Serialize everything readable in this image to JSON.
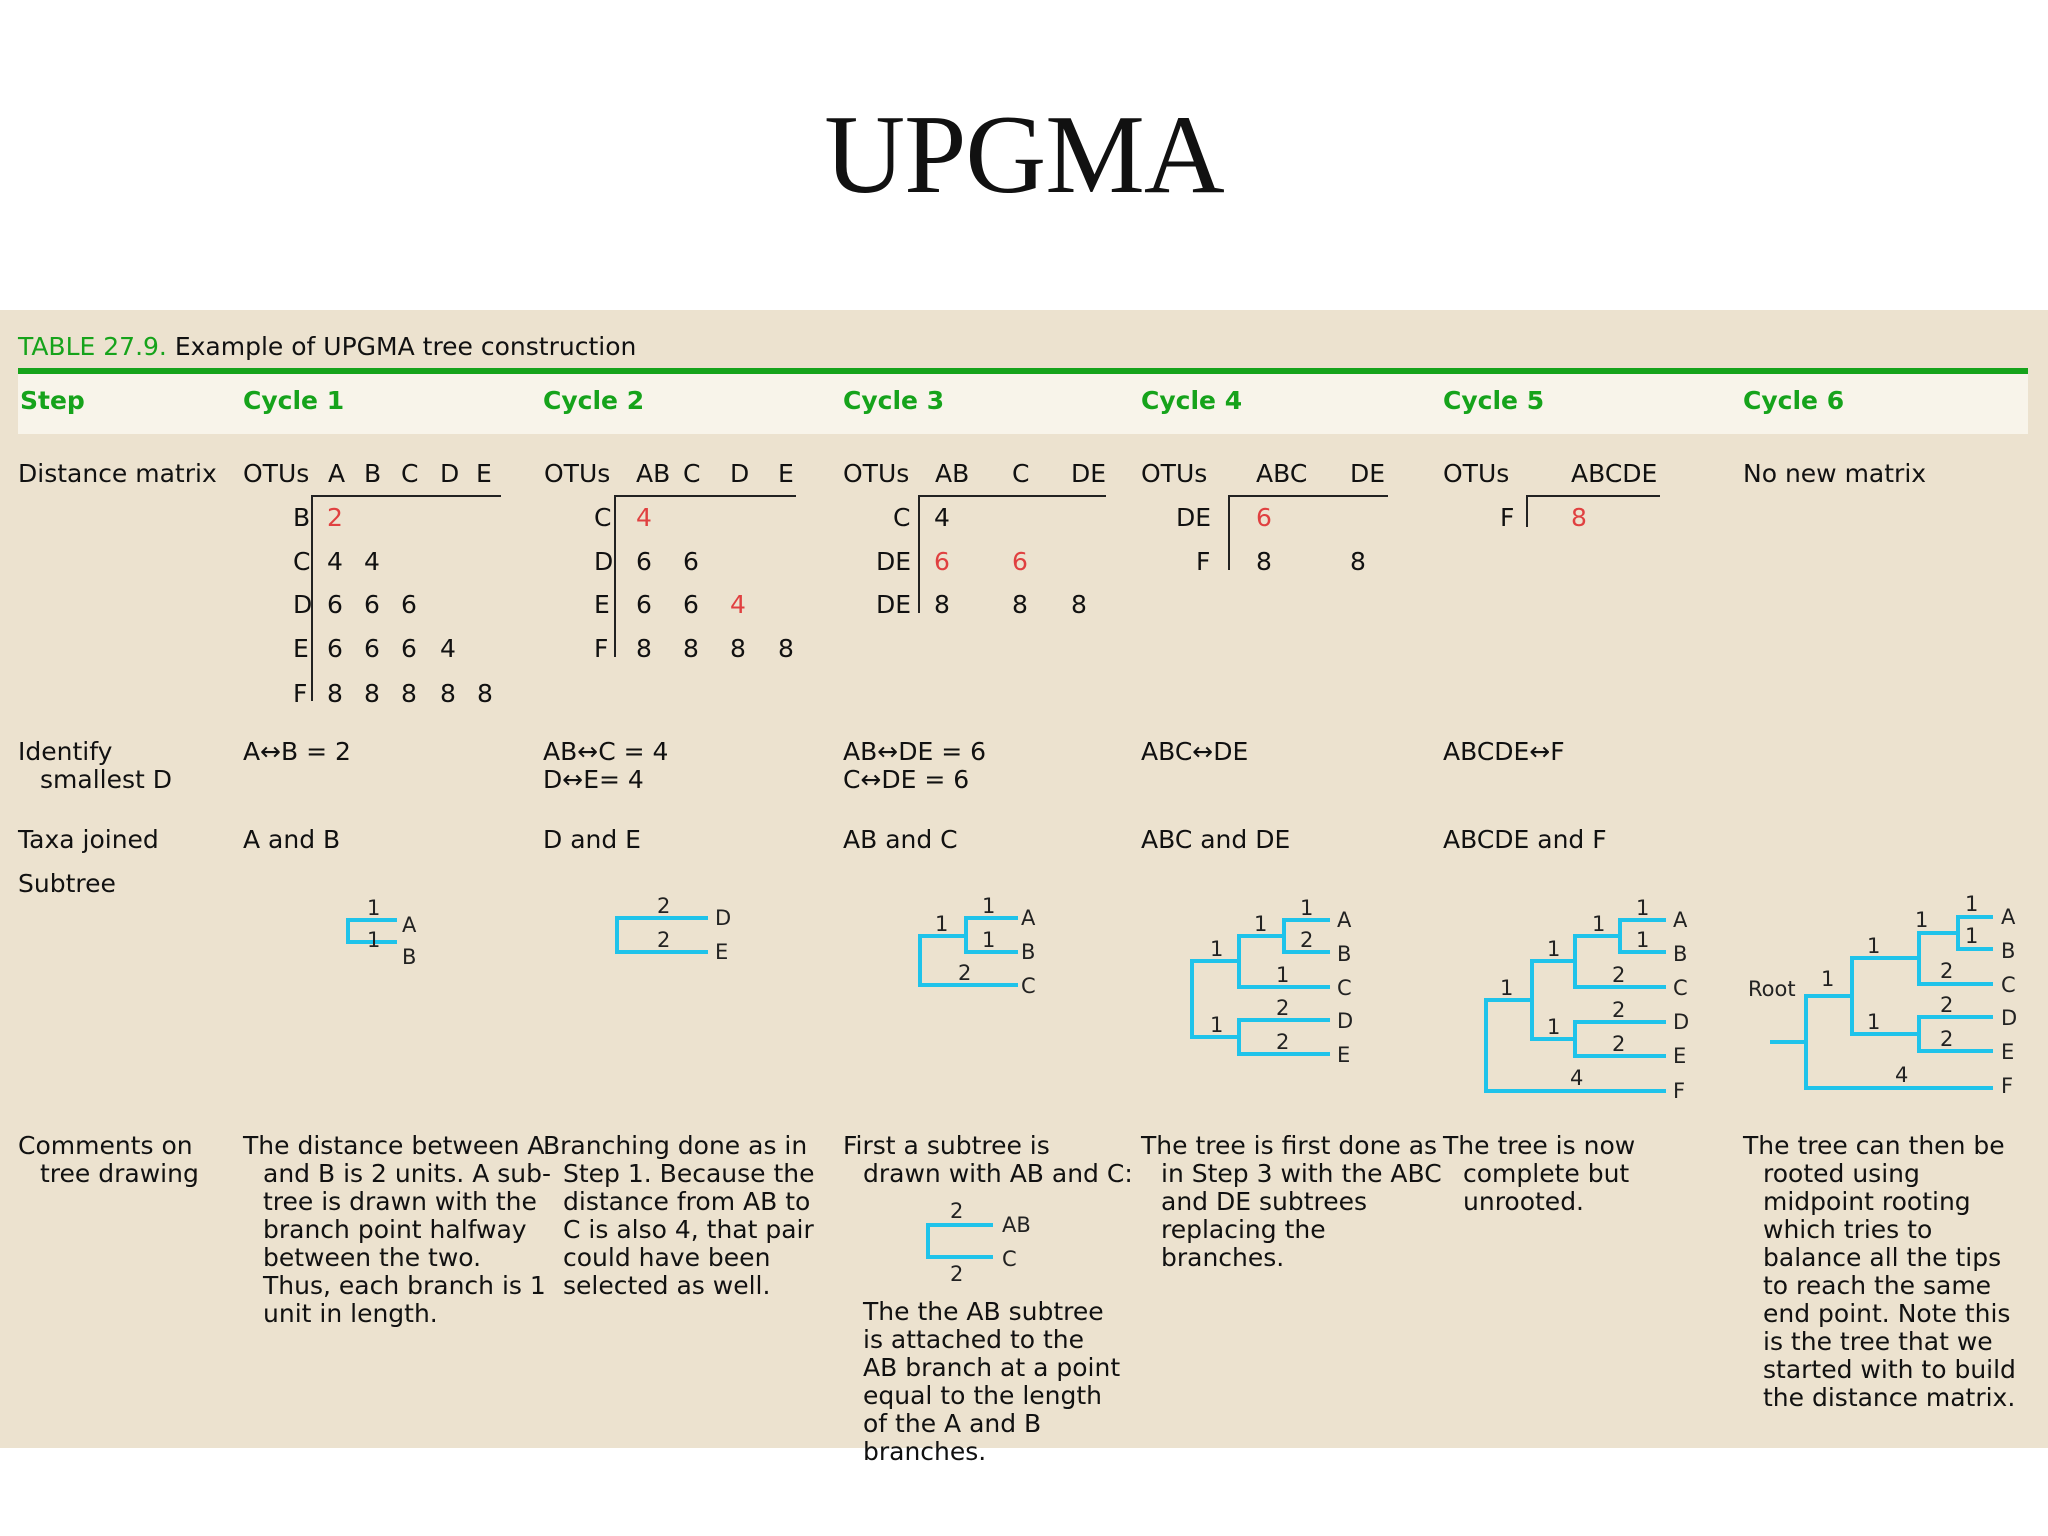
{
  "title": "UPGMA",
  "table": {
    "caption_num": "TABLE 27.9.",
    "caption_text": "Example of UPGMA tree construction",
    "headers": [
      "Step",
      "Cycle 1",
      "Cycle 2",
      "Cycle 3",
      "Cycle 4",
      "Cycle 5",
      "Cycle 6"
    ],
    "row_labels": {
      "distance": "Distance matrix",
      "identify_1": "Identify",
      "identify_2": "smallest D",
      "taxa": "Taxa joined",
      "subtree": "Subtree",
      "comments_1": "Comments on",
      "comments_2": "tree drawing"
    },
    "matrices": {
      "c1": {
        "head": [
          "OTUs",
          "A",
          "B",
          "C",
          "D",
          "E"
        ],
        "rows": [
          {
            "label": "B",
            "vals": [
              "2"
            ]
          },
          {
            "label": "C",
            "vals": [
              "4",
              "4"
            ]
          },
          {
            "label": "D",
            "vals": [
              "6",
              "6",
              "6"
            ]
          },
          {
            "label": "E",
            "vals": [
              "6",
              "6",
              "6",
              "4"
            ]
          },
          {
            "label": "F",
            "vals": [
              "8",
              "8",
              "8",
              "8",
              "8"
            ]
          }
        ]
      },
      "c2": {
        "head": [
          "OTUs",
          "AB",
          "C",
          "D",
          "E"
        ],
        "rows": [
          {
            "label": "C",
            "vals": [
              "4"
            ]
          },
          {
            "label": "D",
            "vals": [
              "6",
              "6"
            ]
          },
          {
            "label": "E",
            "vals": [
              "6",
              "6",
              "4"
            ]
          },
          {
            "label": "F",
            "vals": [
              "8",
              "8",
              "8",
              "8"
            ]
          }
        ]
      },
      "c3": {
        "head": [
          "OTUs",
          "AB",
          "C",
          "DE"
        ],
        "rows": [
          {
            "label": "C",
            "vals": [
              "4"
            ]
          },
          {
            "label": "DE",
            "vals": [
              "6",
              "6"
            ]
          },
          {
            "label": "DE",
            "vals": [
              "8",
              "8",
              "8"
            ]
          }
        ]
      },
      "c4": {
        "head": [
          "OTUs",
          "ABC",
          "DE"
        ],
        "rows": [
          {
            "label": "DE",
            "vals": [
              "6"
            ]
          },
          {
            "label": "F",
            "vals": [
              "8",
              "8"
            ]
          }
        ]
      },
      "c5": {
        "head": [
          "OTUs",
          "ABCDE"
        ],
        "rows": [
          {
            "label": "F",
            "vals": [
              "8"
            ]
          }
        ]
      },
      "c6": "No new matrix"
    },
    "identify": {
      "c1": [
        "A↔B = 2"
      ],
      "c2": [
        "AB↔C = 4",
        "D↔E= 4"
      ],
      "c3": [
        "AB↔DE = 6",
        "C↔DE = 6"
      ],
      "c4": [
        "ABC↔DE"
      ],
      "c5": [
        "ABCDE↔F"
      ]
    },
    "taxa": {
      "c1": "A and B",
      "c2": "D and E",
      "c3": "AB and C",
      "c4": "ABC and DE",
      "c5": "ABCDE and F"
    },
    "trees": {
      "tips6": [
        "A",
        "B",
        "C",
        "D",
        "E",
        "F"
      ],
      "root_label": "Root",
      "c1": {
        "tips": [
          "A",
          "B"
        ],
        "lengths": [
          "1",
          "1"
        ]
      },
      "c2": {
        "tips": [
          "D",
          "E"
        ],
        "lengths": [
          "2",
          "2"
        ]
      },
      "c3": {
        "tips": [
          "A",
          "B",
          "C"
        ],
        "lengths": [
          "1",
          "1",
          "1",
          "2"
        ]
      },
      "c4": {
        "lengths": [
          "1",
          "1",
          "1",
          "2",
          "1",
          "2",
          "2"
        ]
      },
      "c5": {
        "lengths": [
          "1",
          "1",
          "1",
          "1",
          "2",
          "1",
          "2",
          "2",
          "4"
        ]
      },
      "c6": {
        "lengths": [
          "1",
          "1",
          "1",
          "1",
          "2",
          "1",
          "2",
          "2",
          "4"
        ]
      },
      "comment_tree": {
        "tips": [
          "AB",
          "C"
        ],
        "lengths": [
          "2",
          "2"
        ]
      }
    },
    "comments": {
      "c1": "The distance between A and B is 2 units. A sub-tree is drawn with the branch point halfway between the two. Thus, each branch is 1 unit in length.",
      "c2": "Branching done as in Step 1. Because the distance from AB to C is also 4, that pair could have been selected as well.",
      "c3a": "First a subtree is drawn with AB and C:",
      "c3b": "The the AB subtree is attached to the AB branch at a point equal to the length of the A and B branches.",
      "c4": "The tree is first done as in Step 3 with the ABC and DE subtrees replacing the branches.",
      "c5": "The tree is now complete but unrooted.",
      "c6": "The tree can then be rooted using midpoint rooting which tries to balance all the tips to reach the same end point. Note this is the tree that we started with to build the distance matrix."
    },
    "colors": {
      "accent_green": "#16a31b",
      "highlight_red": "#e04040",
      "tree_cyan": "#1fc3ea",
      "panel_bg": "#ece2cf"
    }
  }
}
